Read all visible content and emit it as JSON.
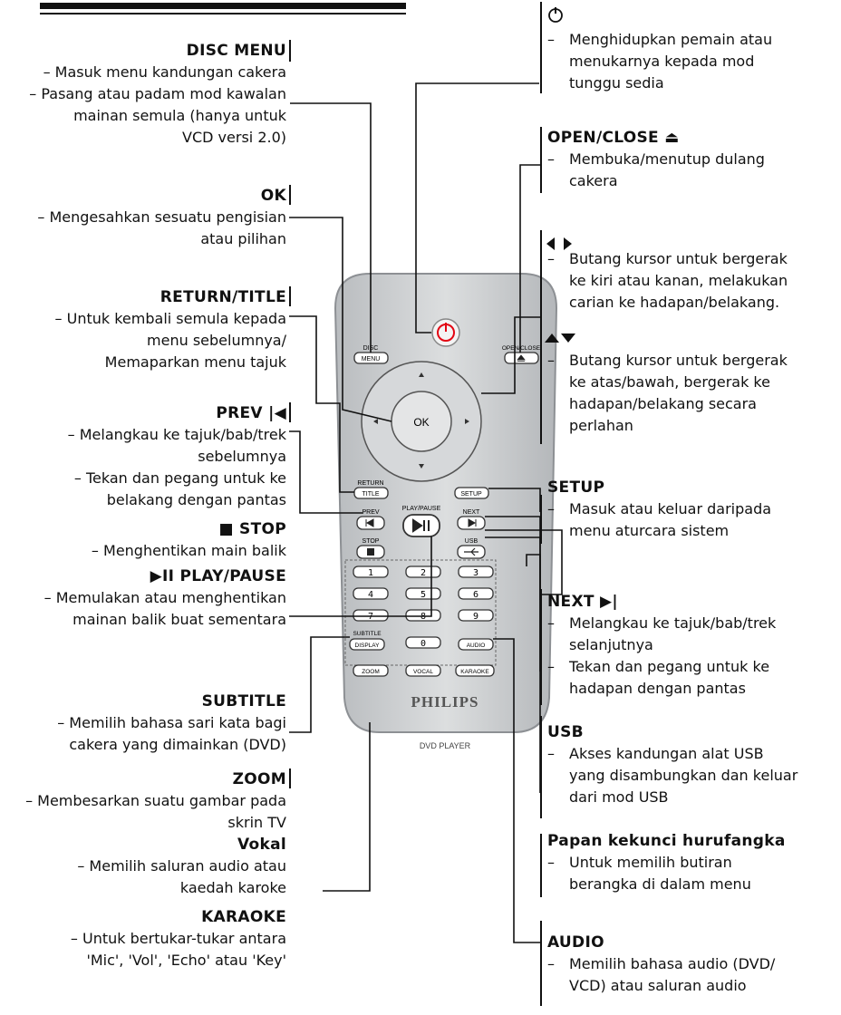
{
  "left": [
    {
      "heading": "DISC MENU",
      "items": [
        "– Masuk menu kandungan cakera",
        "– Pasang atau padam mod kawalan",
        "mainan semula (hanya untuk",
        "VCD versi 2.0)"
      ]
    },
    {
      "heading": "OK",
      "items": [
        "– Mengesahkan sesuatu pengisian",
        "atau pilihan"
      ]
    },
    {
      "heading": "RETURN/TITLE",
      "items": [
        "– Untuk kembali semula kepada",
        "menu sebelumnya/",
        "Memaparkan menu tajuk"
      ]
    },
    {
      "heading": "PREV",
      "items": [
        "– Melangkau ke tajuk/bab/trek",
        "sebelumnya",
        "– Tekan dan pegang untuk ke",
        "belakang dengan pantas"
      ]
    },
    {
      "heading": "STOP",
      "items": [
        "– Menghentikan main balik"
      ]
    },
    {
      "heading": "PLAY/PAUSE",
      "items": [
        "– Memulakan atau menghentikan",
        "mainan balik buat sementara"
      ]
    },
    {
      "heading": "SUBTITLE",
      "items": [
        "– Memilih bahasa sari kata bagi",
        "cakera yang dimainkan (DVD)"
      ]
    },
    {
      "heading": "ZOOM",
      "items": [
        "– Membesarkan suatu gambar pada",
        "skrin TV"
      ]
    },
    {
      "heading": "Vokal",
      "items": [
        "– Memilih saluran audio atau",
        "kaedah karoke"
      ]
    },
    {
      "heading": "KARAOKE",
      "items": [
        "– Untuk bertukar-tukar antara",
        "'Mic', 'Vol', 'Echo' atau 'Key'"
      ]
    }
  ],
  "right": [
    {
      "heading": "",
      "items": [
        "Menghidupkan pemain atau",
        "menukarnya kepada mod",
        "tunggu sedia"
      ]
    },
    {
      "heading": "OPEN/CLOSE",
      "items": [
        "Membuka/menutup dulang",
        "cakera"
      ]
    },
    {
      "heading": "",
      "items": [
        "Butang kursor untuk bergerak",
        "ke kiri atau kanan, melakukan",
        "carian ke hadapan/belakang."
      ]
    },
    {
      "heading": "",
      "items": [
        "Butang kursor untuk bergerak",
        "ke atas/bawah, bergerak ke",
        "hadapan/belakang secara",
        "perlahan"
      ]
    },
    {
      "heading": "SETUP",
      "items": [
        "Masuk atau keluar daripada",
        "menu aturcara sistem"
      ]
    },
    {
      "heading": "NEXT",
      "items": [
        "Melangkau ke tajuk/bab/trek",
        "selanjutnya"
      ]
    },
    {
      "heading": "",
      "items": [
        "Tekan dan pegang untuk ke",
        "hadapan dengan pantas"
      ]
    },
    {
      "heading": "USB",
      "items": [
        "Akses kandungan alat USB",
        "yang disambungkan dan keluar",
        "dari mod USB"
      ]
    },
    {
      "heading": "Papan kekunci hurufangka",
      "items": [
        "Untuk memilih butiran",
        "berangka di dalam menu"
      ]
    },
    {
      "heading": "AUDIO",
      "items": [
        "Memilih bahasa audio (DVD/",
        "VCD) atau saluran audio"
      ]
    }
  ],
  "remote": {
    "brand": "PHILIPS",
    "model": "DVD PLAYER",
    "buttons": {
      "disc_top": "DISC",
      "disc": "MENU",
      "open_close": "OPEN/CLOSE",
      "ok": "OK",
      "return_top": "RETURN",
      "title": "TITLE",
      "setup": "SETUP",
      "prev": "PREV",
      "playpause": "PLAY/PAUSE",
      "next": "NEXT",
      "stop": "STOP",
      "usb": "USB",
      "subtitle_top": "SUBTITLE",
      "display": "DISPLAY",
      "audio": "AUDIO",
      "zoom": "ZOOM",
      "vocal": "VOCAL",
      "karaoke": "KARAOKE"
    },
    "digits": [
      "1",
      "2",
      "3",
      "4",
      "5",
      "6",
      "7",
      "8",
      "9",
      "0"
    ]
  },
  "colors": {
    "remote_body": "#cfd1d3",
    "remote_edge": "#8d9094",
    "power": "#e30613",
    "line": "#111111"
  }
}
